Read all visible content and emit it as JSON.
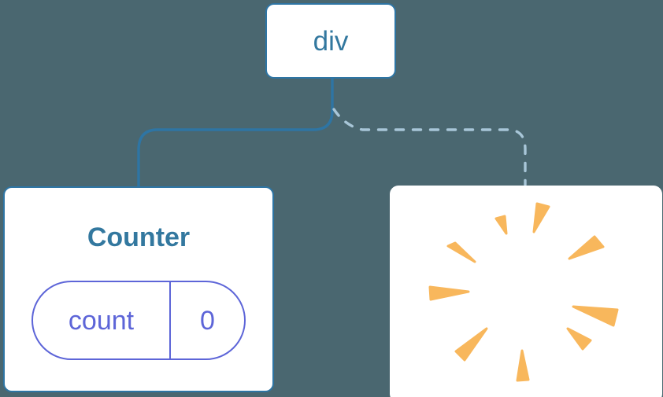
{
  "diagram": {
    "description": "component tree with one kept child and one destroyed child",
    "root": {
      "label": "div"
    },
    "counter": {
      "title": "Counter",
      "state": {
        "key": "count",
        "value": "0"
      }
    },
    "destroyed": {
      "icon": "poof-burst-icon"
    },
    "edges": [
      {
        "from": "div",
        "to": "Counter",
        "style": "solid"
      },
      {
        "from": "div",
        "to": "destroyed",
        "style": "dashed"
      }
    ]
  },
  "colors": {
    "background": "#4a6770",
    "node_background": "#ffffff",
    "node_border_blue": "#2e75a4",
    "node_text_blue": "#33789f",
    "edge_solid": "#2e75a4",
    "edge_dashed": "#a8c6d8",
    "state_accent": "#5d65d8",
    "burst_orange": "#f8b75c"
  }
}
